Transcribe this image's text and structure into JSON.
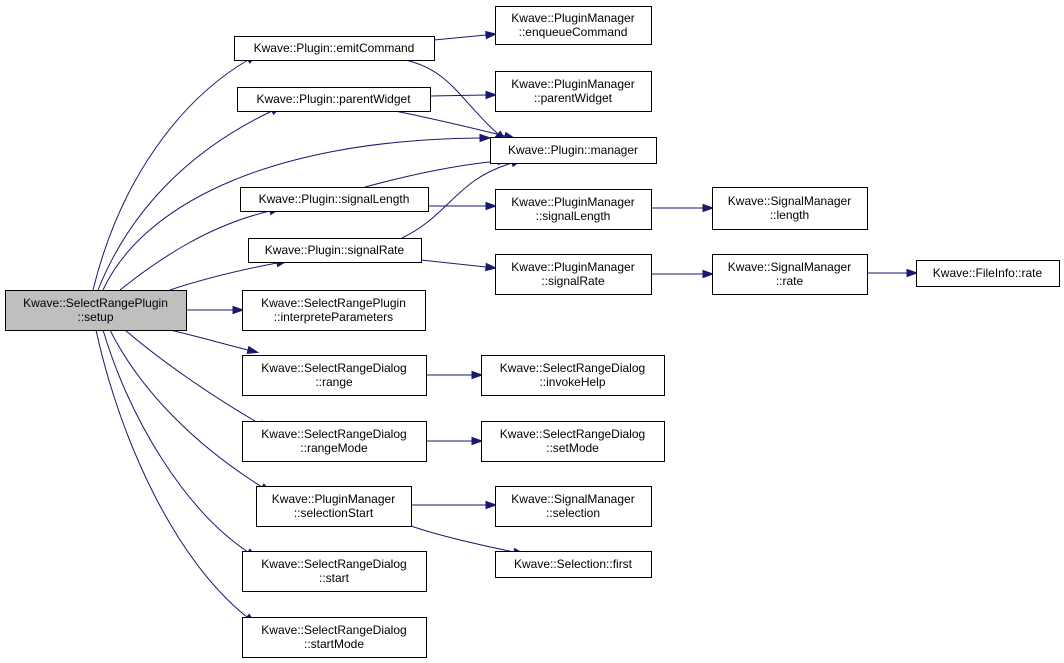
{
  "colors": {
    "edge": "#191970",
    "node_fill": "#ffffff",
    "root_fill": "#bfbfbf",
    "node_border": "#000000"
  },
  "nodes": [
    {
      "id": "setup",
      "lines": [
        "Kwave::SelectRangePlugin",
        "::setup"
      ],
      "root": true
    },
    {
      "id": "emitCommand",
      "lines": [
        "Kwave::Plugin::emitCommand"
      ]
    },
    {
      "id": "parentWidget",
      "lines": [
        "Kwave::Plugin::parentWidget"
      ]
    },
    {
      "id": "signalLength",
      "lines": [
        "Kwave::Plugin::signalLength"
      ]
    },
    {
      "id": "signalRate",
      "lines": [
        "Kwave::Plugin::signalRate"
      ]
    },
    {
      "id": "interpreteParameters",
      "lines": [
        "Kwave::SelectRangePlugin",
        "::interpreteParameters"
      ]
    },
    {
      "id": "dlgRange",
      "lines": [
        "Kwave::SelectRangeDialog",
        "::range"
      ]
    },
    {
      "id": "dlgRangeMode",
      "lines": [
        "Kwave::SelectRangeDialog",
        "::rangeMode"
      ]
    },
    {
      "id": "selectionStart",
      "lines": [
        "Kwave::PluginManager",
        "::selectionStart"
      ]
    },
    {
      "id": "dlgStart",
      "lines": [
        "Kwave::SelectRangeDialog",
        "::start"
      ]
    },
    {
      "id": "dlgStartMode",
      "lines": [
        "Kwave::SelectRangeDialog",
        "::startMode"
      ]
    },
    {
      "id": "enqueueCommand",
      "lines": [
        "Kwave::PluginManager",
        "::enqueueCommand"
      ]
    },
    {
      "id": "pmParentWidget",
      "lines": [
        "Kwave::PluginManager",
        "::parentWidget"
      ]
    },
    {
      "id": "manager",
      "lines": [
        "Kwave::Plugin::manager"
      ]
    },
    {
      "id": "pmSignalLength",
      "lines": [
        "Kwave::PluginManager",
        "::signalLength"
      ]
    },
    {
      "id": "pmSignalRate",
      "lines": [
        "Kwave::PluginManager",
        "::signalRate"
      ]
    },
    {
      "id": "invokeHelp",
      "lines": [
        "Kwave::SelectRangeDialog",
        "::invokeHelp"
      ]
    },
    {
      "id": "setMode",
      "lines": [
        "Kwave::SelectRangeDialog",
        "::setMode"
      ]
    },
    {
      "id": "smSelection",
      "lines": [
        "Kwave::SignalManager",
        "::selection"
      ]
    },
    {
      "id": "selFirst",
      "lines": [
        "Kwave::Selection::first"
      ]
    },
    {
      "id": "smLength",
      "lines": [
        "Kwave::SignalManager",
        "::length"
      ]
    },
    {
      "id": "smRate",
      "lines": [
        "Kwave::SignalManager",
        "::rate"
      ]
    },
    {
      "id": "fiRate",
      "lines": [
        "Kwave::FileInfo::rate"
      ]
    }
  ],
  "edges": [
    {
      "from": "setup",
      "to": "emitCommand"
    },
    {
      "from": "setup",
      "to": "parentWidget"
    },
    {
      "from": "setup",
      "to": "manager"
    },
    {
      "from": "setup",
      "to": "signalLength"
    },
    {
      "from": "setup",
      "to": "signalRate"
    },
    {
      "from": "setup",
      "to": "interpreteParameters"
    },
    {
      "from": "setup",
      "to": "dlgRange"
    },
    {
      "from": "setup",
      "to": "dlgRangeMode"
    },
    {
      "from": "setup",
      "to": "selectionStart"
    },
    {
      "from": "setup",
      "to": "dlgStart"
    },
    {
      "from": "setup",
      "to": "dlgStartMode"
    },
    {
      "from": "emitCommand",
      "to": "enqueueCommand"
    },
    {
      "from": "emitCommand",
      "to": "manager"
    },
    {
      "from": "parentWidget",
      "to": "pmParentWidget"
    },
    {
      "from": "parentWidget",
      "to": "manager"
    },
    {
      "from": "signalLength",
      "to": "manager"
    },
    {
      "from": "signalLength",
      "to": "pmSignalLength"
    },
    {
      "from": "signalRate",
      "to": "manager"
    },
    {
      "from": "signalRate",
      "to": "pmSignalRate"
    },
    {
      "from": "pmSignalLength",
      "to": "smLength"
    },
    {
      "from": "pmSignalRate",
      "to": "smRate"
    },
    {
      "from": "smRate",
      "to": "fiRate"
    },
    {
      "from": "dlgRange",
      "to": "invokeHelp"
    },
    {
      "from": "dlgRangeMode",
      "to": "setMode"
    },
    {
      "from": "selectionStart",
      "to": "smSelection"
    },
    {
      "from": "selectionStart",
      "to": "selFirst"
    }
  ]
}
